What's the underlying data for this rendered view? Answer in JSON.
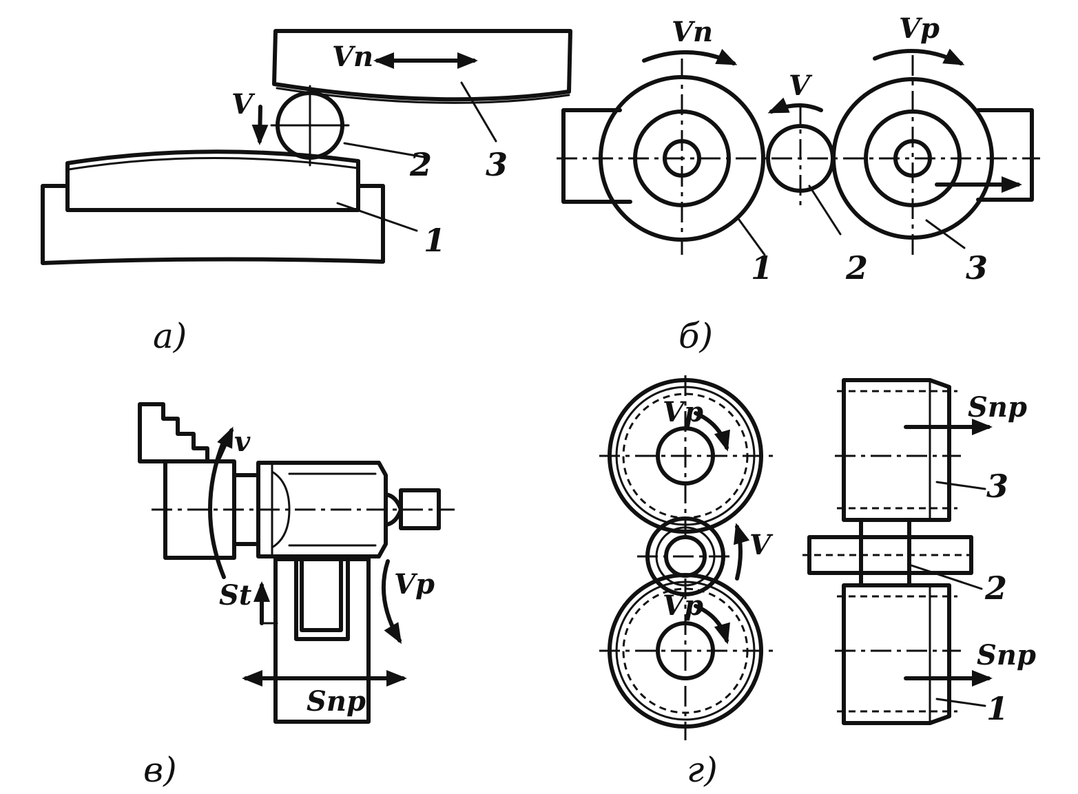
{
  "panels": {
    "a": {
      "caption": "а)",
      "labels": {
        "v": "V",
        "v_n": "Vп"
      },
      "numbers": [
        "1",
        "2",
        "3"
      ]
    },
    "b": {
      "caption": "б)",
      "labels": {
        "v": "V",
        "v_left": "Vп",
        "v_right": "Vр"
      },
      "numbers": [
        "1",
        "2",
        "3"
      ]
    },
    "v": {
      "caption": "в)",
      "labels": {
        "v": "v",
        "s_t": "St",
        "v_p": "Vр",
        "s_np": "Sпр"
      }
    },
    "g": {
      "caption": "г)",
      "labels": {
        "v_top": "Vр",
        "v_bottom": "Vр",
        "v": "V",
        "s_np_top": "Sпр",
        "s_np_bottom": "Sпр"
      },
      "numbers": [
        "3",
        "2",
        "1"
      ]
    }
  }
}
